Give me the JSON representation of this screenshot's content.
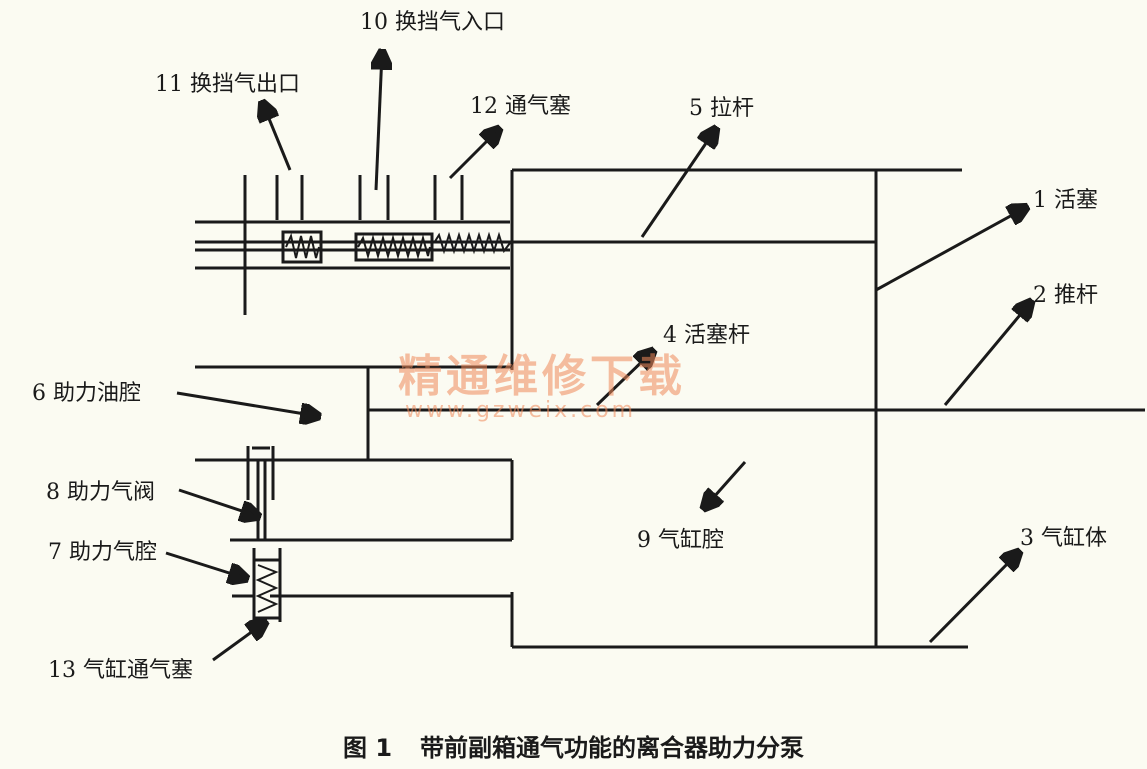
{
  "labels": {
    "l1": "1 活塞",
    "l2": "2 推杆",
    "l3": "3 气缸体",
    "l4": "4 活塞杆",
    "l5": "5 拉杆",
    "l6": "6 助力油腔",
    "l7": "7 助力气腔",
    "l8": "8 助力气阀",
    "l9": "9 气缸腔",
    "l10": "10 换挡气入口",
    "l11": "11 换挡气出口",
    "l12": "12 通气塞",
    "l13": "13 气缸通气塞"
  },
  "caption": {
    "figure": "图 1",
    "title": "带前副箱通气功能的离合器助力分泵"
  },
  "watermark": {
    "cn": "精通维修下载",
    "url": "www.gzweix.com"
  },
  "colors": {
    "ink": "#1a1a1a",
    "paper": "#fbfbf2",
    "watermark": "#f08a5a"
  }
}
